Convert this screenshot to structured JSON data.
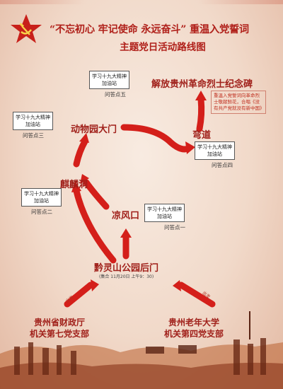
{
  "title": {
    "line1": "“不忘初心  牢记使命  永远奋斗”  重温入党誓词",
    "line2": "主题党日活动路线图"
  },
  "stations": [
    {
      "id": "s1",
      "name": "贵州省财政厅",
      "name2": "机关第七党支部"
    },
    {
      "id": "s2",
      "name": "贵州老年大学",
      "name2": "机关第四党支部"
    },
    {
      "id": "s3",
      "name": "黔灵山公园后门",
      "note": "(集合  11月20日  上午9：30)"
    },
    {
      "id": "s4",
      "name": "凉风口"
    },
    {
      "id": "s5",
      "name": "麒麟洞"
    },
    {
      "id": "s6",
      "name": "动物园大门"
    },
    {
      "id": "s7",
      "name": "弯道"
    },
    {
      "id": "s8",
      "name": "解放贵州革命烈士纪念碑"
    }
  ],
  "station_box": {
    "line1": "学习十九大精神",
    "line2": "加油站"
  },
  "qa_points": [
    "问答点一",
    "问答点二",
    "问答点三",
    "问答点四",
    "问答点五"
  ],
  "start_label": "出发",
  "final_note": "重温入党誓词向革命烈士敬献鲜花，合唱《没有共产党就没有新中国》",
  "colors": {
    "accent": "#b0201a",
    "arrow": "#d41f1a"
  },
  "icons": [
    "party-emblem-icon",
    "red-flag-icon"
  ]
}
